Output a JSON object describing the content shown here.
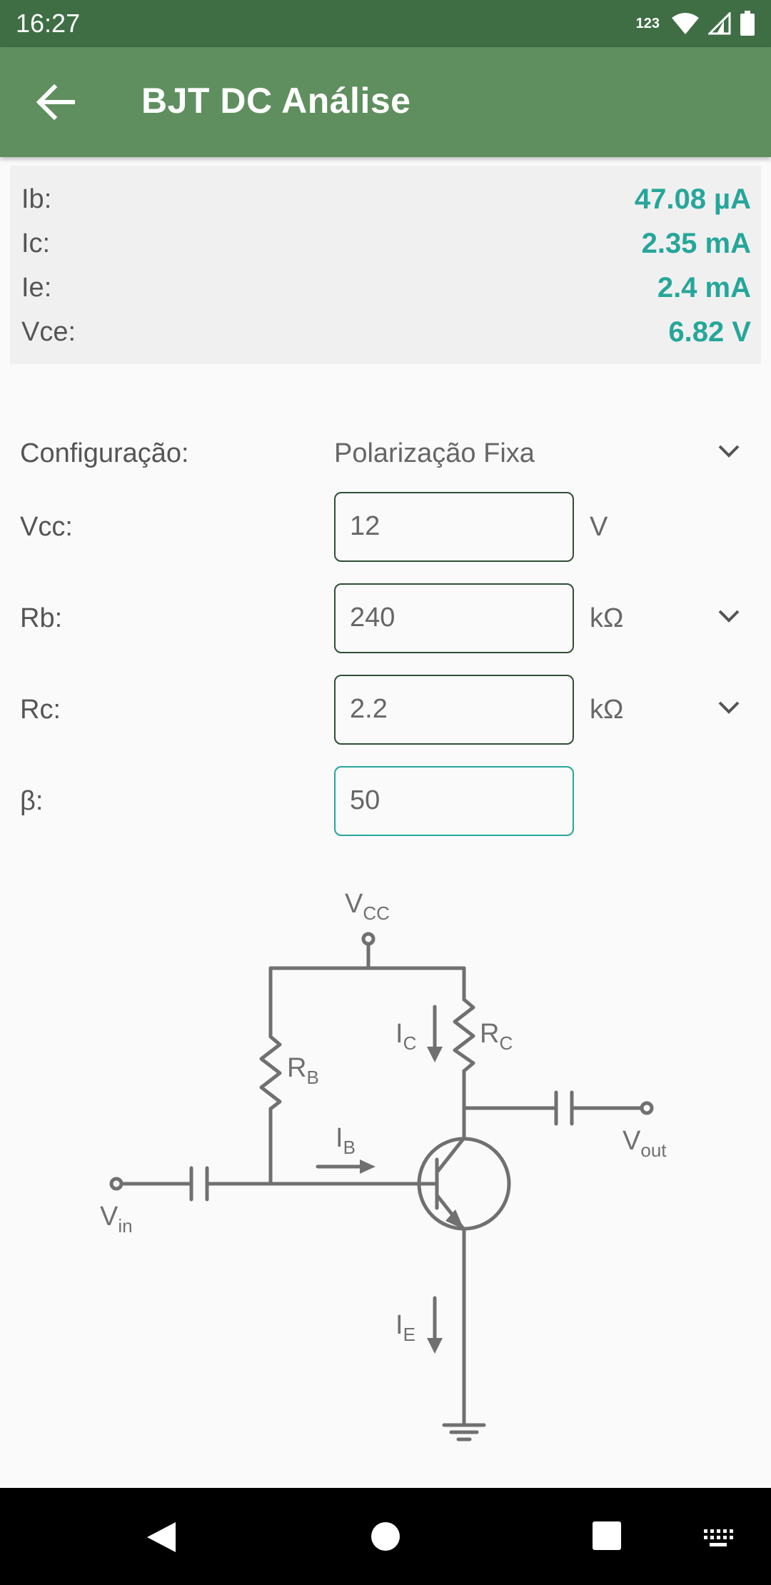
{
  "status": {
    "time": "16:27",
    "network_label": "123"
  },
  "appbar": {
    "title": "BJT DC Análise",
    "back_icon": "arrow-left-icon"
  },
  "results": [
    {
      "label": "Ib:",
      "value": "47.08 µA"
    },
    {
      "label": "Ic:",
      "value": "2.35 mA"
    },
    {
      "label": "Ie:",
      "value": "2.4 mA"
    },
    {
      "label": "Vce:",
      "value": "6.82 V"
    }
  ],
  "form": {
    "config": {
      "label": "Configuração:",
      "value": "Polarização Fixa"
    },
    "vcc": {
      "label": "Vcc:",
      "value": "12",
      "unit": "V"
    },
    "rb": {
      "label": "Rb:",
      "value": "240",
      "unit": "kΩ"
    },
    "rc": {
      "label": "Rc:",
      "value": "2.2",
      "unit": "kΩ"
    },
    "beta": {
      "label": "β:",
      "value": "50"
    }
  },
  "circuit": {
    "vcc": {
      "main": "V",
      "sub": "CC"
    },
    "rb": {
      "main": "R",
      "sub": "B"
    },
    "rc": {
      "main": "R",
      "sub": "C"
    },
    "ic": {
      "main": "I",
      "sub": "C"
    },
    "ib": {
      "main": "I",
      "sub": "B"
    },
    "ie": {
      "main": "I",
      "sub": "E"
    },
    "vin": {
      "main": "V",
      "sub": "in"
    },
    "vout": {
      "main": "V",
      "sub": "out"
    }
  },
  "colors": {
    "appbar": "#5F8F5E",
    "statusbar": "#3F6E45",
    "accent": "#26A69A",
    "input_border": "#2F4F36",
    "circuit_stroke": "#707070"
  }
}
